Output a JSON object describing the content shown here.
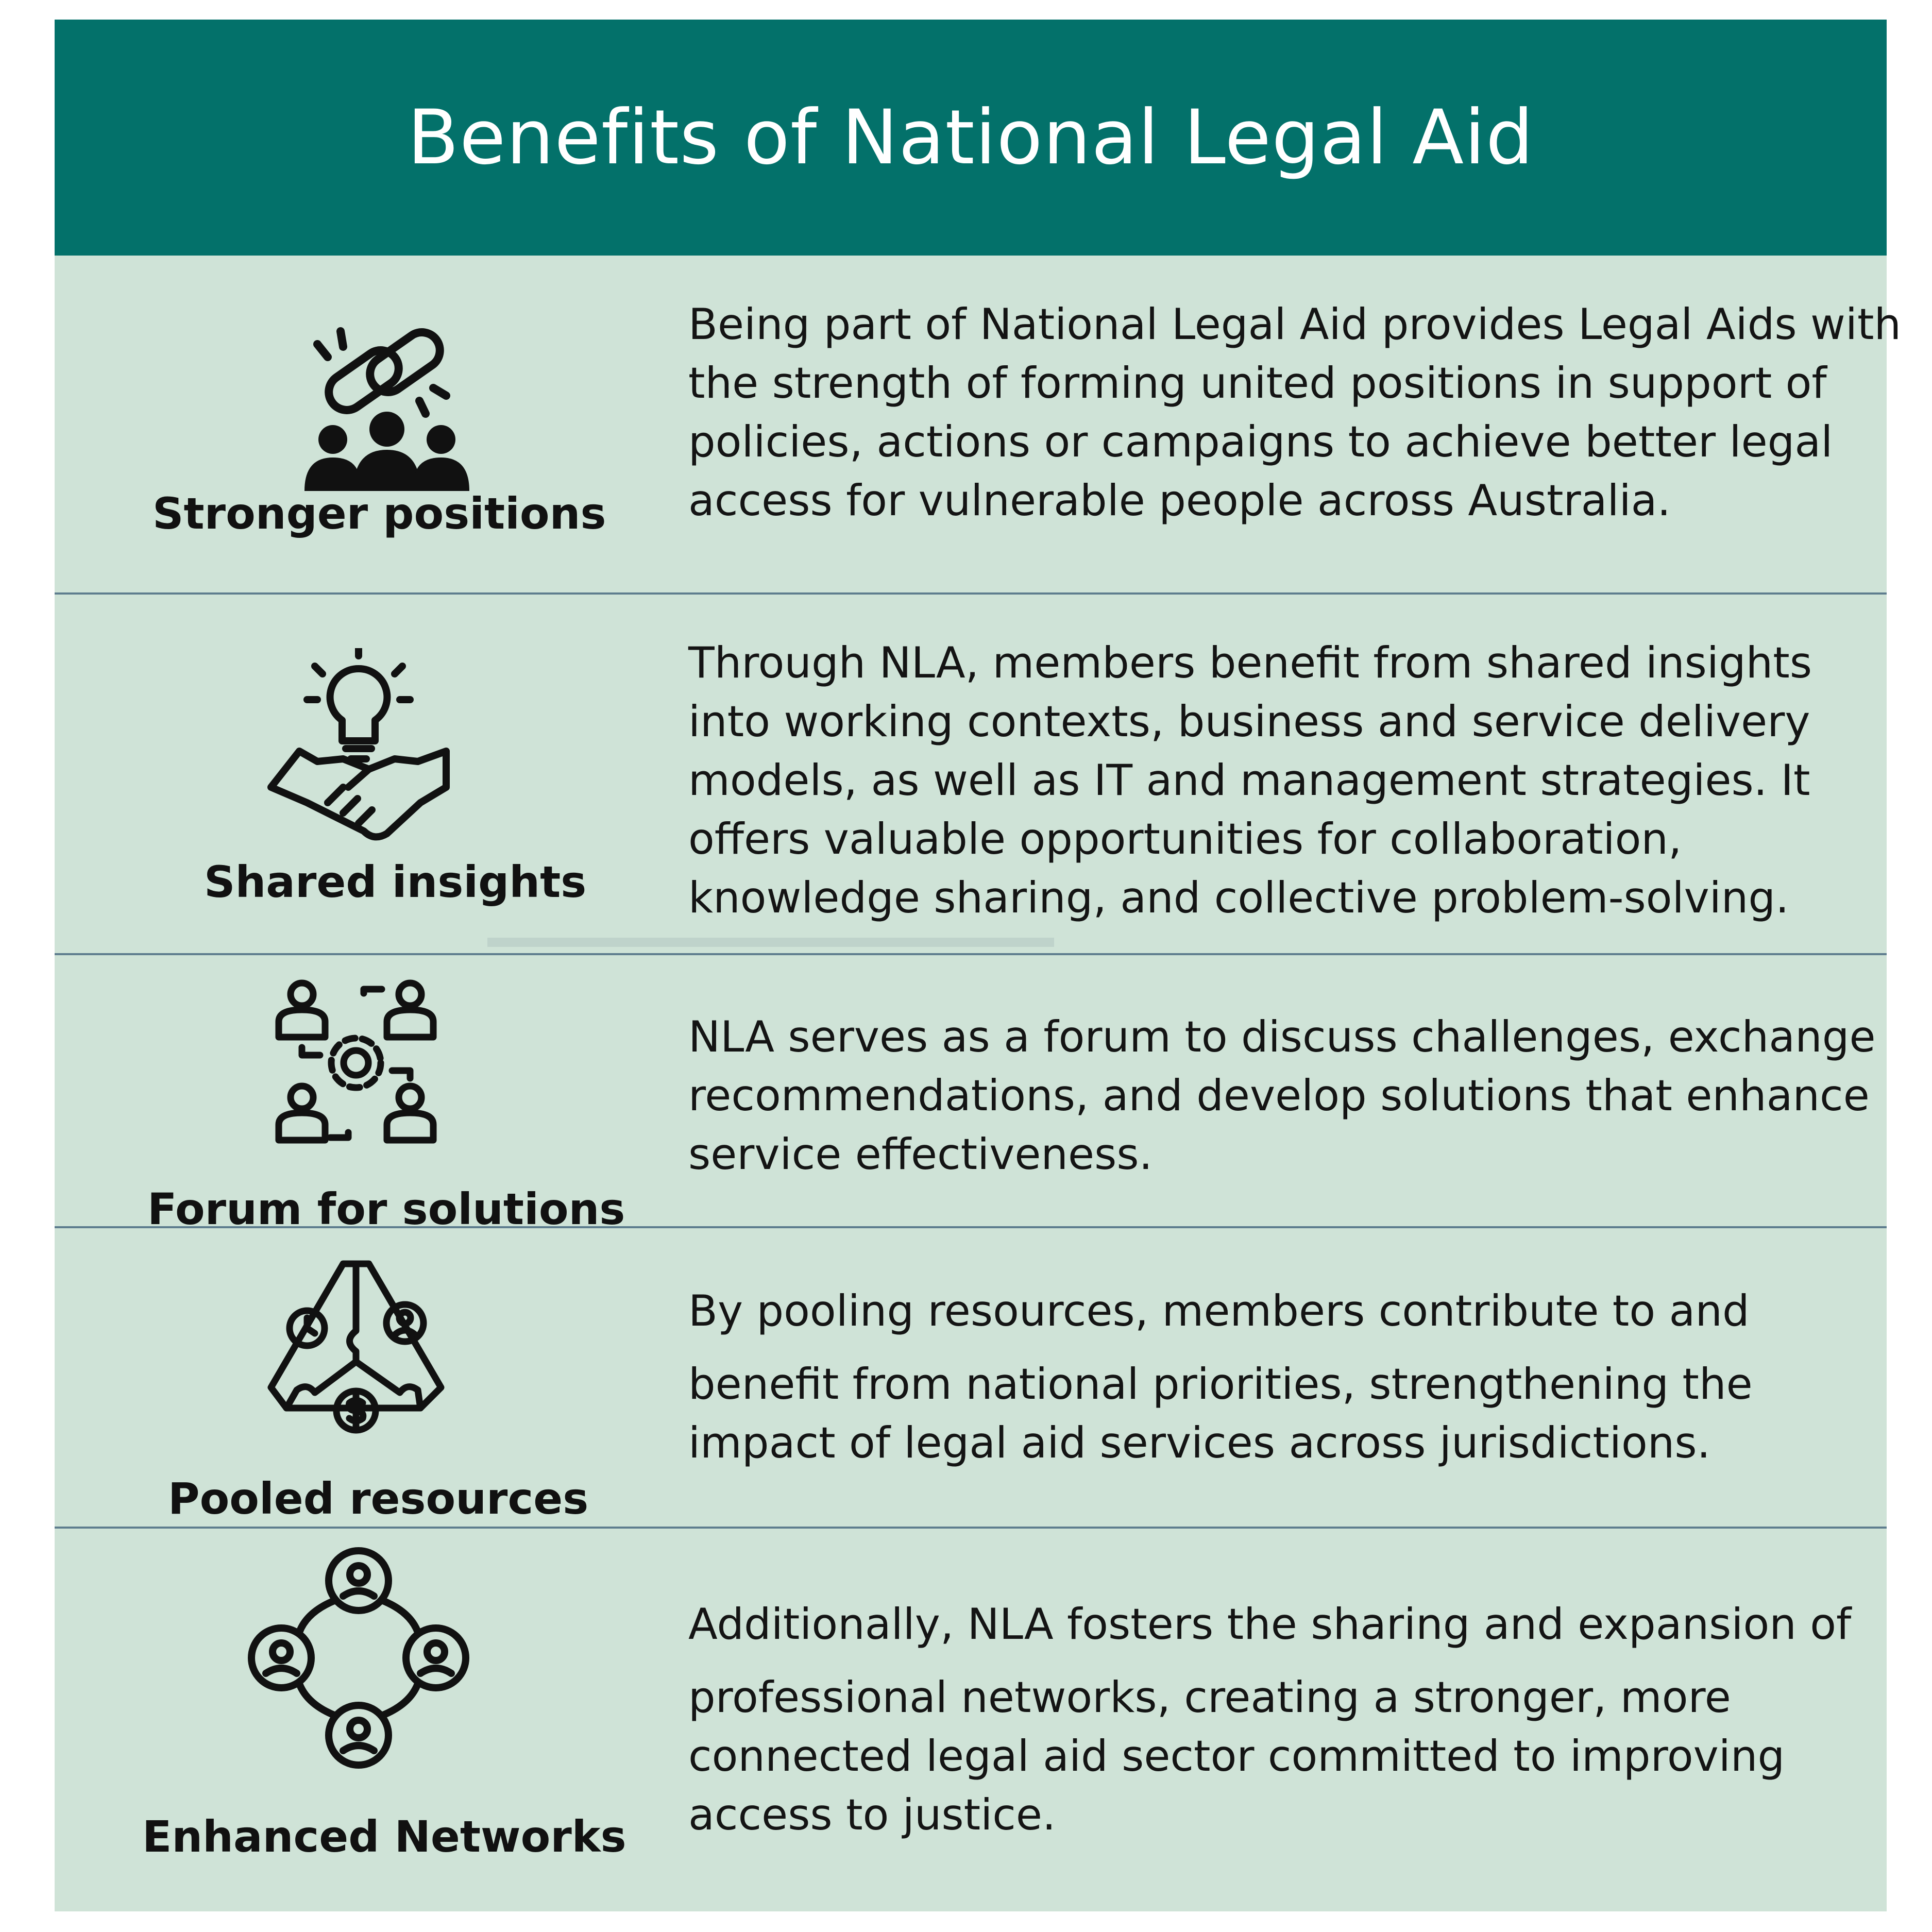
{
  "title": "Benefits of National Legal Aid",
  "colors": {
    "header": "#03716a",
    "panel": "#cfe3d7",
    "divider": "#5e7d8e"
  },
  "benefits": [
    {
      "icon": "chain-link-people-icon",
      "label": "Stronger positions",
      "lines": [
        "Being part of National Legal Aid provides Legal Aids with",
        "the strength of forming united positions in support of",
        "policies, actions or campaigns to achieve better legal",
        "access for vulnerable people across Australia."
      ]
    },
    {
      "icon": "lightbulb-handshake-icon",
      "label": "Shared insights",
      "lines": [
        "Through NLA, members benefit from shared insights",
        "into working contexts, business and service delivery",
        "models, as well as IT and management strategies. It",
        "offers valuable opportunities for collaboration,",
        "knowledge sharing, and collective problem-solving."
      ]
    },
    {
      "icon": "people-gear-icon",
      "label": "Forum for solutions",
      "lines": [
        "NLA serves as a forum to discuss challenges, exchange",
        "recommendations, and develop solutions that enhance",
        "service effectiveness."
      ]
    },
    {
      "icon": "puzzle-resources-icon",
      "label": "Pooled resources",
      "lines": [
        "By pooling resources, members contribute to and",
        "benefit from national priorities, strengthening the",
        "impact of legal aid services across jurisdictions."
      ]
    },
    {
      "icon": "network-people-icon",
      "label": "Enhanced Networks",
      "lines": [
        "Additionally, NLA fosters the sharing and expansion of",
        "professional networks, creating a stronger, more",
        "connected legal aid sector committed to improving",
        "access to justice."
      ]
    }
  ]
}
